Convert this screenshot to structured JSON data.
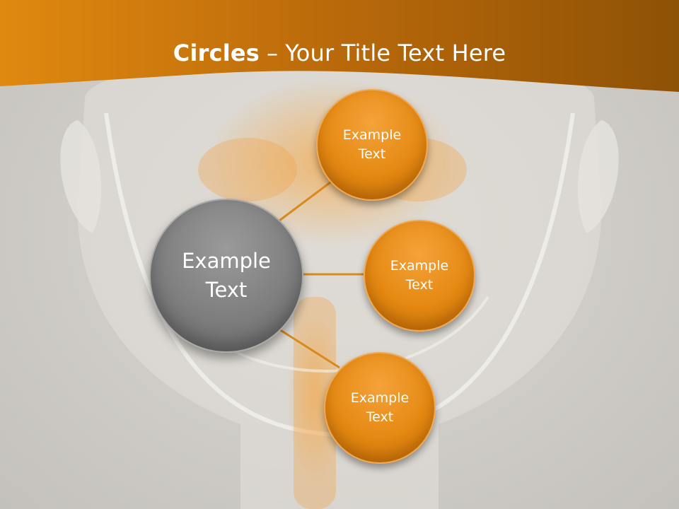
{
  "slide": {
    "title_bold": "Circles",
    "title_separator": "–",
    "title_rest": "Your Title Text Here"
  },
  "diagram": {
    "center": {
      "line1": "Example",
      "line2": "Text",
      "color": "#7e7e7e"
    },
    "nodes": [
      {
        "line1": "Example",
        "line2": "Text",
        "color": "#e58912"
      },
      {
        "line1": "Example",
        "line2": "Text",
        "color": "#e58912"
      },
      {
        "line1": "Example",
        "line2": "Text",
        "color": "#e58912"
      }
    ],
    "connector_color": "#d98a1e"
  },
  "theme": {
    "header_color": "#c9750c",
    "accent": "#f29a22"
  }
}
